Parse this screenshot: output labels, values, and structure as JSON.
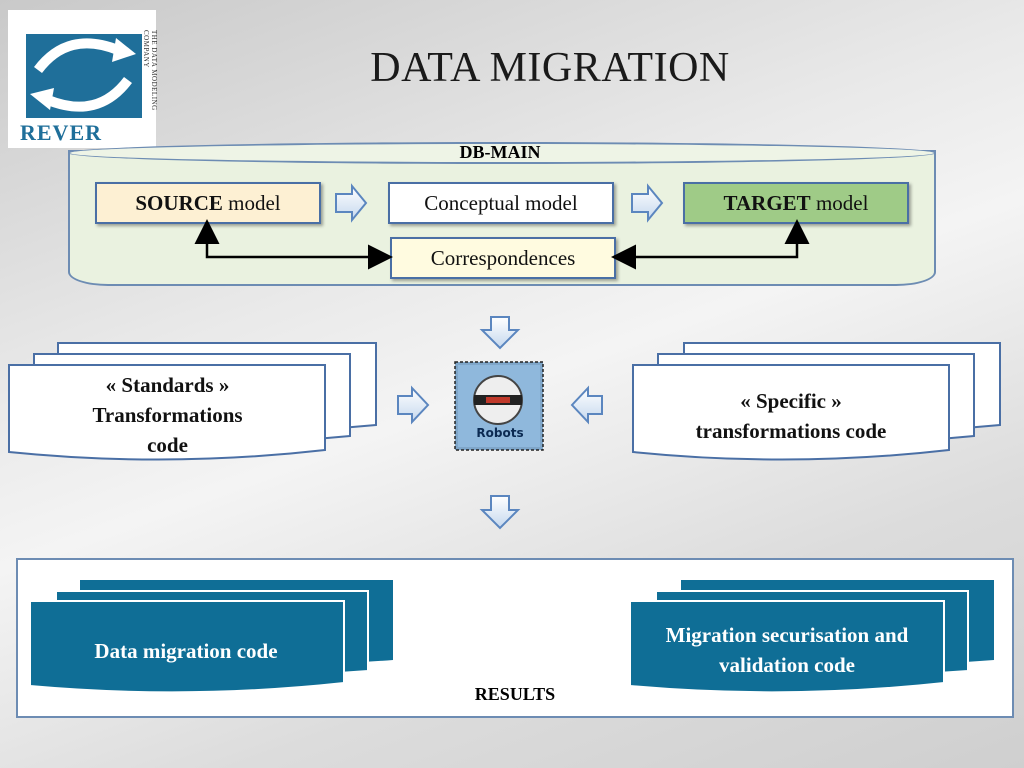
{
  "title": "DATA MIGRATION",
  "logo": {
    "name": "REVER",
    "tagline": "THE DATA MODELING COMPANY"
  },
  "db_main": {
    "label": "DB-MAIN",
    "source": {
      "bold": "SOURCE",
      "rest": " model"
    },
    "conceptual": "Conceptual model",
    "target": {
      "bold": "TARGET",
      "rest": " model"
    },
    "correspondences": "Correspondences"
  },
  "standards": {
    "line1": "« Standards »",
    "line2": "Transformations",
    "line3": "code"
  },
  "specific": {
    "line1": "« Specific »",
    "line2": "transformations code"
  },
  "robots": {
    "label": "Robots"
  },
  "results": {
    "label": "RESULTS",
    "data_migration": "Data migration code",
    "securisation_line1": "Migration securisation and",
    "securisation_line2": "validation code"
  },
  "colors": {
    "accent_blue": "#0f6e96",
    "border_blue": "#4a6fa5",
    "target_green": "#9fcb87"
  }
}
